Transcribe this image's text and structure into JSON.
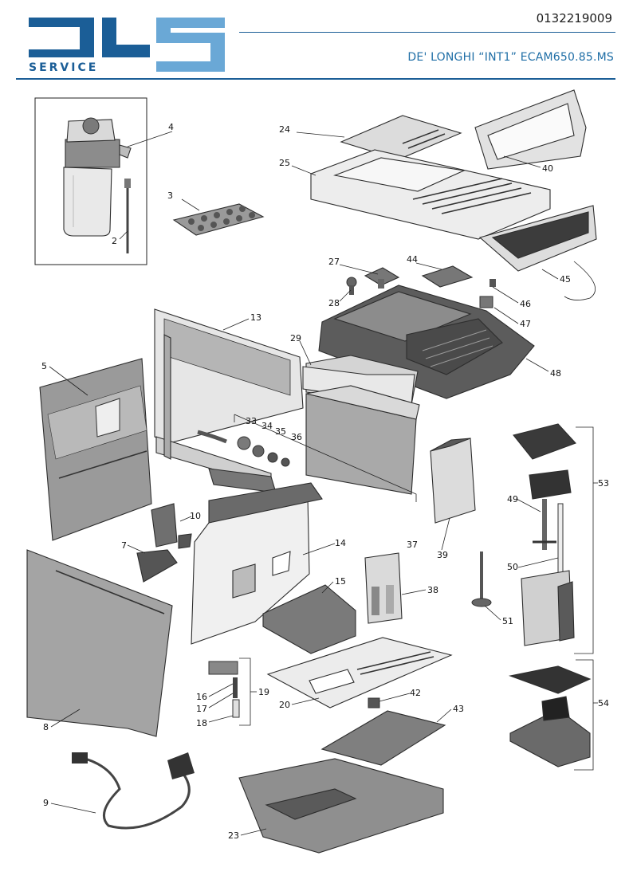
{
  "header": {
    "logo_text": "SERVICE",
    "part_code": "0132219009",
    "model_title": "DE' LONGHI “INT1” ECAM650.85.MS"
  },
  "colors": {
    "logo_dark": "#1b5e97",
    "logo_light": "#6aa8d6",
    "title_blue": "#1f6ea6",
    "part_light": "#e6e6e6",
    "part_mid": "#a7a7a7",
    "part_dark": "#6f6f6f"
  },
  "callouts": [
    {
      "id": "c4",
      "text": "4"
    },
    {
      "id": "c3",
      "text": "3"
    },
    {
      "id": "c2",
      "text": "2"
    },
    {
      "id": "c24",
      "text": "24"
    },
    {
      "id": "c25",
      "text": "25"
    },
    {
      "id": "c40",
      "text": "40"
    },
    {
      "id": "c45",
      "text": "45"
    },
    {
      "id": "c27",
      "text": "27"
    },
    {
      "id": "c44",
      "text": "44"
    },
    {
      "id": "c28",
      "text": "28"
    },
    {
      "id": "c46",
      "text": "46"
    },
    {
      "id": "c47",
      "text": "47"
    },
    {
      "id": "c48",
      "text": "48"
    },
    {
      "id": "c13",
      "text": "13"
    },
    {
      "id": "c29",
      "text": "29"
    },
    {
      "id": "c5",
      "text": "5"
    },
    {
      "id": "c33",
      "text": "33"
    },
    {
      "id": "c34",
      "text": "34"
    },
    {
      "id": "c35",
      "text": "35"
    },
    {
      "id": "c36",
      "text": "36"
    },
    {
      "id": "c10",
      "text": "10"
    },
    {
      "id": "c7",
      "text": "7"
    },
    {
      "id": "c14",
      "text": "14"
    },
    {
      "id": "c37",
      "text": "37"
    },
    {
      "id": "c39",
      "text": "39"
    },
    {
      "id": "c53",
      "text": "53"
    },
    {
      "id": "c49",
      "text": "49"
    },
    {
      "id": "c50",
      "text": "50"
    },
    {
      "id": "c51",
      "text": "51"
    },
    {
      "id": "c15",
      "text": "15"
    },
    {
      "id": "c38",
      "text": "38"
    },
    {
      "id": "c8",
      "text": "8"
    },
    {
      "id": "c16",
      "text": "16"
    },
    {
      "id": "c17",
      "text": "17"
    },
    {
      "id": "c18",
      "text": "18"
    },
    {
      "id": "c19",
      "text": "19"
    },
    {
      "id": "c20",
      "text": "20"
    },
    {
      "id": "c42",
      "text": "42"
    },
    {
      "id": "c43",
      "text": "43"
    },
    {
      "id": "c54",
      "text": "54"
    },
    {
      "id": "c9",
      "text": "9"
    },
    {
      "id": "c23",
      "text": "23"
    }
  ]
}
